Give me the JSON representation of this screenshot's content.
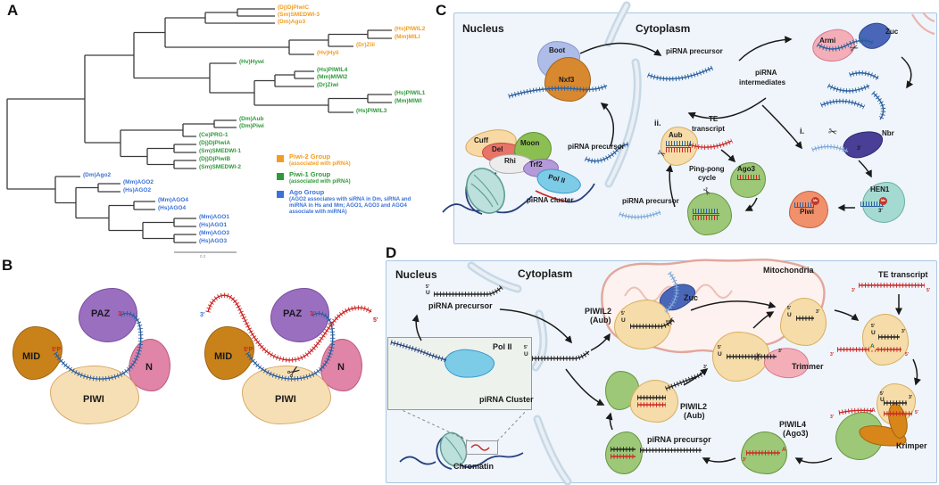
{
  "colors": {
    "piwi2_group": "#F39C1F",
    "piwi1_group": "#2E9939",
    "ago_group": "#3B72D8",
    "tree_line": "#3a3a3a",
    "panel_bg": "#EFF5FB",
    "panel_border": "#A9C6E2",
    "rna_blue": "#2B5F9E",
    "rna_red": "#CC2626",
    "paz_purple": "#9B6FC0",
    "mid_brown": "#C9821A",
    "n_pink": "#E084A8",
    "piwi_cream": "#F7DFB5",
    "aub_tan": "#F5DCA8",
    "ago3_green": "#9CC878",
    "piwi_salmon": "#F0916C",
    "hen1_teal": "#A5DAD2",
    "zuc_blue": "#4A66B8",
    "nbr_purple": "#4A3F96",
    "armi_pink": "#F4AEB8",
    "nxf3_orange": "#D8882F",
    "boot_periwinkle": "#AEBCE8",
    "pol2_cyan": "#7CCCE8",
    "mito_pink": "#E2A69C"
  },
  "panelA": {
    "label": "A",
    "leaves": [
      {
        "label": "(Dj)DjPiwiC",
        "group": "piwi2"
      },
      {
        "label": "(Sm)SMEDWI-3",
        "group": "piwi2"
      },
      {
        "label": "(Dm)Ago3",
        "group": "piwi2"
      },
      {
        "label": "(Hs)PIWIL2",
        "group": "piwi2"
      },
      {
        "label": "(Mm)MILI",
        "group": "piwi2"
      },
      {
        "label": "(Dr)Zili",
        "group": "piwi2"
      },
      {
        "label": "(Hv)Hyli",
        "group": "piwi2"
      },
      {
        "label": "(Hv)Hywi",
        "group": "piwi1"
      },
      {
        "label": "(Hs)PIWIL4",
        "group": "piwi1"
      },
      {
        "label": "(Mm)MIWI2",
        "group": "piwi1"
      },
      {
        "label": "(Dr)Ziwi",
        "group": "piwi1"
      },
      {
        "label": "(Hs)PIWIL1",
        "group": "piwi1"
      },
      {
        "label": "(Mm)MIWI",
        "group": "piwi1"
      },
      {
        "label": "(Hs)PIWIL3",
        "group": "piwi1"
      },
      {
        "label": "(Dm)Aub",
        "group": "piwi1"
      },
      {
        "label": "(Dm)Piwi",
        "group": "piwi1"
      },
      {
        "label": "(Ce)PRG-1",
        "group": "piwi1"
      },
      {
        "label": "(Dj)DjPiwiA",
        "group": "piwi1"
      },
      {
        "label": "(Sm)SMEDWI-1",
        "group": "piwi1"
      },
      {
        "label": "(Dj)DjPiwiB",
        "group": "piwi1"
      },
      {
        "label": "(Sm)SMEDWI-2",
        "group": "piwi1"
      },
      {
        "label": "(Dm)Ago2",
        "group": "ago"
      },
      {
        "label": "(Mm)AGO2",
        "group": "ago"
      },
      {
        "label": "(Hs)AGO2",
        "group": "ago"
      },
      {
        "label": "(Mm)AGO4",
        "group": "ago"
      },
      {
        "label": "(Hs)AGO4",
        "group": "ago"
      },
      {
        "label": "(Mm)AGO1",
        "group": "ago"
      },
      {
        "label": "(Hs)AGO1",
        "group": "ago"
      },
      {
        "label": "(Mm)AGO3",
        "group": "ago"
      },
      {
        "label": "(Hs)AGO3",
        "group": "ago"
      }
    ],
    "legend": [
      {
        "label": "Piwi-2 Group",
        "description": "(associated with piRNA)"
      },
      {
        "label": "Piwi-1 Group",
        "description": "(associated with piRNA)"
      },
      {
        "label": "Ago Group",
        "description": "(AGO2 associates with siRNA in Dm, siRNA and miRNA in Hs and Mm; AGO1, AGO3 and AGO4 associate with miRNA)"
      }
    ],
    "scale_label": "0.2"
  },
  "panelB": {
    "label": "B",
    "domains": {
      "paz": "PAZ",
      "mid": "MID",
      "n": "N",
      "piwi": "PIWI"
    },
    "marks": {
      "three_prime": "3'",
      "five_prime_p": "5'P",
      "five_prime": "5'"
    }
  },
  "panelC": {
    "label": "C",
    "compartments": {
      "nucleus": "Nucleus",
      "cytoplasm": "Cytoplasm"
    },
    "proteins": {
      "boot": "Boot",
      "nxf3": "Nxf3",
      "armi": "Armi",
      "zuc": "Zuc",
      "nbr": "Nbr",
      "hen1": "HEN1",
      "piwi": "Piwi",
      "aub": "Aub",
      "ago3": "Ago3",
      "cuff": "Cuff",
      "del": "Del",
      "moon": "Moon",
      "rhi": "Rhi",
      "trf2": "Trf2",
      "pol2": "Pol II"
    },
    "labels": {
      "pirna_precursor": "piRNA precursor",
      "pirna_intermediates_1": "piRNA",
      "pirna_intermediates_2": "intermediates",
      "te_1": "TE",
      "te_2": "transcript",
      "pingpong_1": "Ping-pong",
      "pingpong_2": "cycle",
      "pirna_cluster": "piRNA cluster",
      "step_i": "i.",
      "step_ii": "ii."
    },
    "marks": {
      "three_prime": "3'",
      "me": "Me"
    }
  },
  "panelD": {
    "label": "D",
    "compartments": {
      "nucleus": "Nucleus",
      "cytoplasm": "Cytoplasm",
      "mitochondria": "Mitochondria",
      "chromatin": "Chromatin"
    },
    "proteins": {
      "pol2": "Pol II",
      "zuc": "Zuc",
      "piwil2_1": "PIWIL2",
      "piwil2_2": "(Aub)",
      "trimmer": "Trimmer",
      "piwil4_1": "PIWIL4",
      "piwil4_2": "(Ago3)",
      "krimper": "Krimper"
    },
    "labels": {
      "pirna_precursor": "piRNA precursor",
      "pirna_cluster": "piRNA Cluster",
      "te_transcript": "TE transcript"
    },
    "marks": {
      "five_prime": "5'",
      "three_prime": "3'",
      "u": "U",
      "a": "A"
    }
  }
}
